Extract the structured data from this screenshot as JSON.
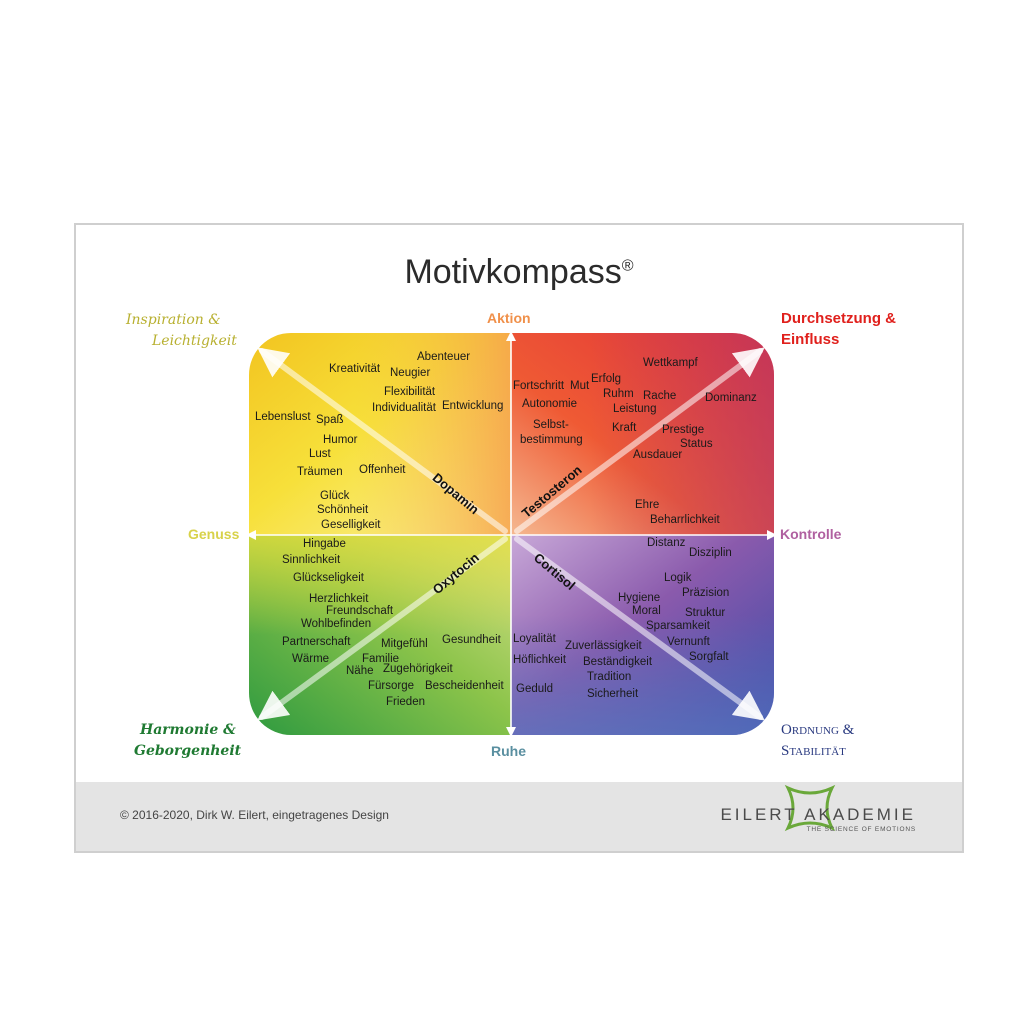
{
  "title": "Motivkompass",
  "title_mark": "®",
  "axes": {
    "top": "Aktion",
    "bottom": "Ruhe",
    "left": "Genuss",
    "right": "Kontrolle"
  },
  "corners": {
    "top_left": [
      "Inspiration &",
      "Leichtigkeit"
    ],
    "top_right": [
      "Durchsetzung &",
      "Einfluss"
    ],
    "bottom_left": [
      "Harmonie &",
      "Geborgenheit"
    ],
    "bottom_right": [
      "Ordnung &",
      "Stabilität"
    ]
  },
  "hormones": {
    "top_left": "Dopamin",
    "top_right": "Testosteron",
    "bottom_left": "Oxytocin",
    "bottom_right": "Cortisol"
  },
  "motives": {
    "dopamin": [
      "Abenteuer",
      "Kreativität",
      "Neugier",
      "Flexibilität",
      "Individualität",
      "Entwicklung",
      "Lebenslust",
      "Spaß",
      "Humor",
      "Lust",
      "Träumen",
      "Offenheit",
      "Glück",
      "Schönheit",
      "Geselligkeit"
    ],
    "testosteron": [
      "Wettkampf",
      "Fortschritt",
      "Mut",
      "Erfolg",
      "Ruhm",
      "Rache",
      "Leistung",
      "Dominanz",
      "Autonomie",
      "Selbst-",
      "bestimmung",
      "Kraft",
      "Prestige",
      "Status",
      "Ausdauer",
      "Ehre",
      "Beharrlichkeit"
    ],
    "oxytocin": [
      "Hingabe",
      "Sinnlichkeit",
      "Glückseligkeit",
      "Herzlichkeit",
      "Freundschaft",
      "Wohlbefinden",
      "Partnerschaft",
      "Mitgefühl",
      "Gesundheit",
      "Wärme",
      "Familie",
      "Nähe",
      "Zugehörigkeit",
      "Fürsorge",
      "Bescheidenheit",
      "Frieden"
    ],
    "cortisol": [
      "Distanz",
      "Disziplin",
      "Logik",
      "Präzision",
      "Hygiene",
      "Moral",
      "Struktur",
      "Sparsamkeit",
      "Vernunft",
      "Sorgfalt",
      "Loyalität",
      "Zuverlässigkeit",
      "Höflichkeit",
      "Beständigkeit",
      "Tradition",
      "Sicherheit",
      "Geduld"
    ]
  },
  "footer": {
    "copyright": "© 2016-2020, Dirk W. Eilert, eingetragenes Design",
    "brand": "EILERT AKADEMIE",
    "tagline": "THE SCIENCE OF EMOTIONS"
  },
  "colors": {
    "aktion": "#f0904a",
    "ruhe": "#5a8fa0",
    "genuss": "#d8d24a",
    "kontrolle": "#b060a0",
    "inspiration": "#b8b030",
    "durchsetzung": "#e0201c",
    "harmonie": "#1f7a32",
    "ordnung": "#2a3a80",
    "brand_star": "#6aa83a"
  }
}
